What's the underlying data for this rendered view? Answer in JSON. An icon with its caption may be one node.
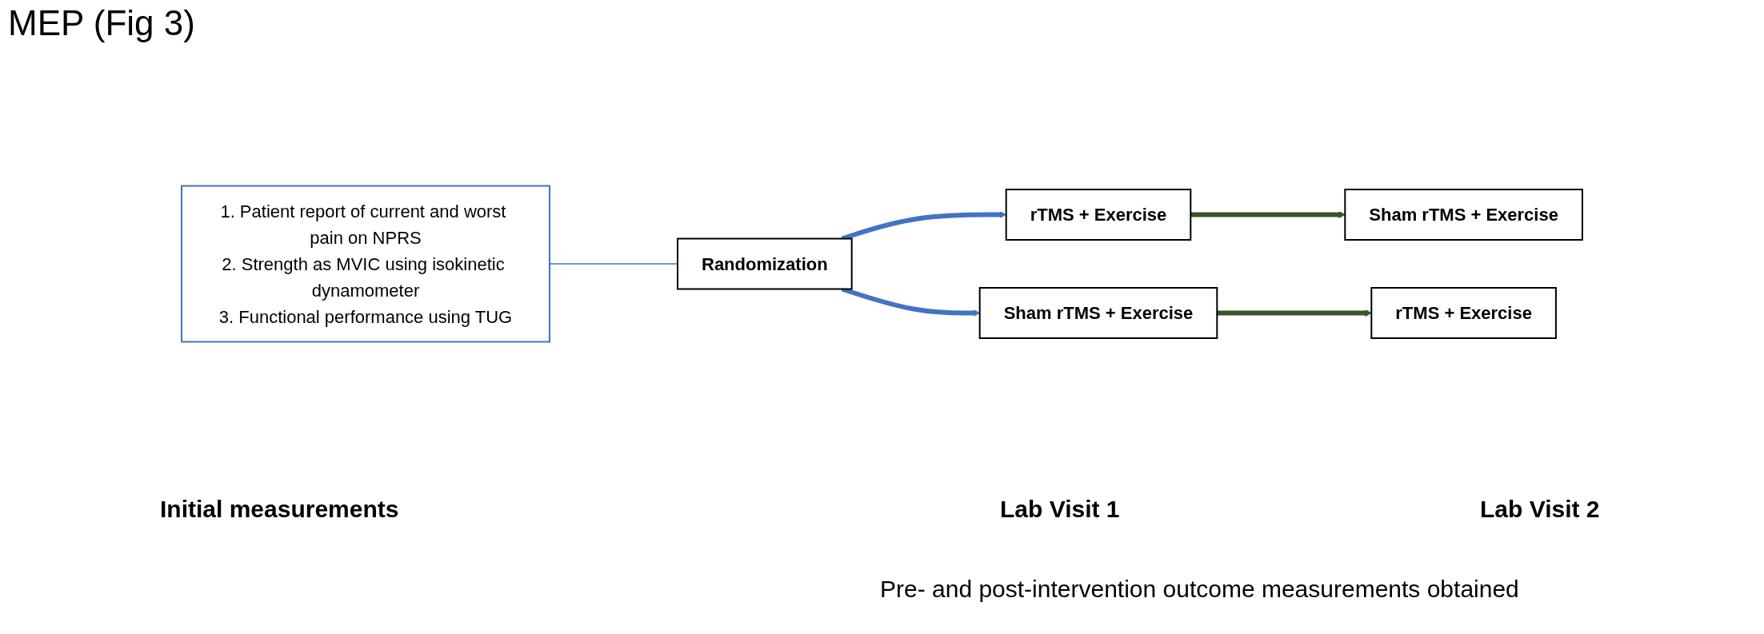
{
  "diagram": {
    "title": "MEP (Fig 3)",
    "nodes": [
      {
        "text": [
          "1. Patient report of current and worst pain on NPRS",
          "2. Strength as MVIC using isokinetic dynamometer",
          "3. Functional performance using TUG"
        ]
      },
      {
        "text": [
          "Randomization"
        ]
      },
      {
        "text": [
          "rTMS + Exercise"
        ]
      },
      {
        "text": [
          "Sham rTMS + Exercise"
        ]
      },
      {
        "text": [
          "rTMS + Exercise"
        ]
      },
      {
        "text": [
          "Sham rTMS + Exercise"
        ]
      }
    ],
    "edges": [
      {
        "from": 0,
        "to": 1,
        "arrow": "none",
        "color": "#4472c4"
      },
      {
        "from": 1,
        "to": 2,
        "arrow": "to",
        "color": "#4472c4"
      },
      {
        "from": 1,
        "to": 3,
        "arrow": "to",
        "color": "#4472c4"
      },
      {
        "from": 3,
        "to": 4,
        "arrow": "to",
        "color": "#375623"
      },
      {
        "from": 2,
        "to": 5,
        "arrow": "to",
        "color": "#375623"
      }
    ],
    "labels": [
      "Initial measurements",
      "Lab Visit 1",
      "Lab Visit 2",
      "Pre- and post-intervention outcome measurements obtained"
    ]
  }
}
